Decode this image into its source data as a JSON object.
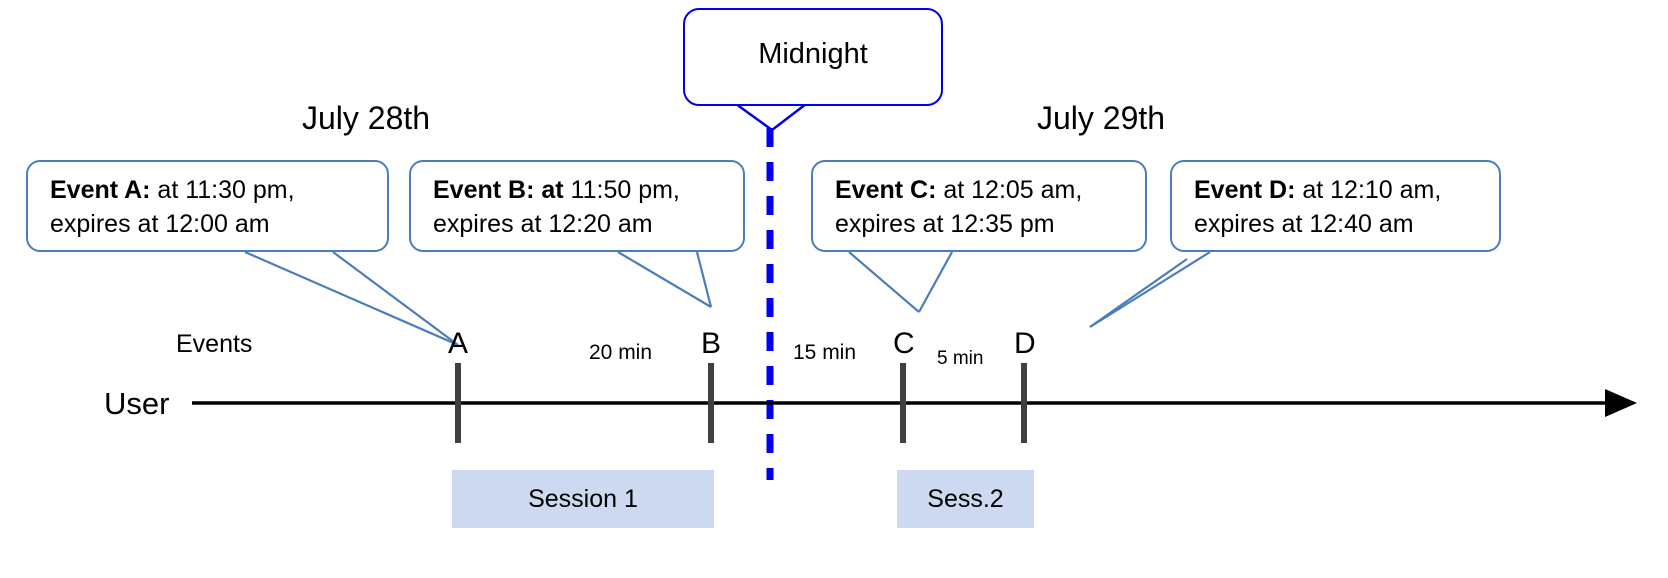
{
  "diagram": {
    "title_callout": {
      "label": "Midnight"
    },
    "dates": [
      {
        "label": "July 28th"
      },
      {
        "label": "July 29th"
      }
    ],
    "row_labels": {
      "events": "Events",
      "user": "User"
    },
    "callouts": [
      {
        "name": "event-a",
        "bold": "Event A:",
        "line1_rest": " at 11:30 pm,",
        "line2": "expires at 12:00 am"
      },
      {
        "name": "event-b",
        "bold": "Event B: at",
        "line1_rest": " 11:50 pm,",
        "line2": "expires at 12:20 am"
      },
      {
        "name": "event-c",
        "bold": "Event C:",
        "line1_rest": " at 12:05 am,",
        "line2": "expires at 12:35 pm"
      },
      {
        "name": "event-d",
        "bold": "Event D:",
        "line1_rest": "  at 12:10 am,",
        "line2": "expires at 12:40 am"
      }
    ],
    "events": [
      {
        "letter": "A"
      },
      {
        "letter": "B"
      },
      {
        "letter": "C"
      },
      {
        "letter": "D"
      }
    ],
    "gaps": [
      {
        "label": "20 min"
      },
      {
        "label": "15 min"
      },
      {
        "label": "5 min"
      }
    ],
    "sessions": [
      {
        "label": "Session 1"
      },
      {
        "label": "Sess.2"
      }
    ],
    "colors": {
      "callout_border": "#4a7ebb",
      "midnight_border": "#0000ee",
      "midnight_dash": "#0000ee",
      "session_fill": "#ccd9f0",
      "tick": "#404040",
      "axis": "#000000",
      "leader": "#4a7ebb"
    }
  }
}
